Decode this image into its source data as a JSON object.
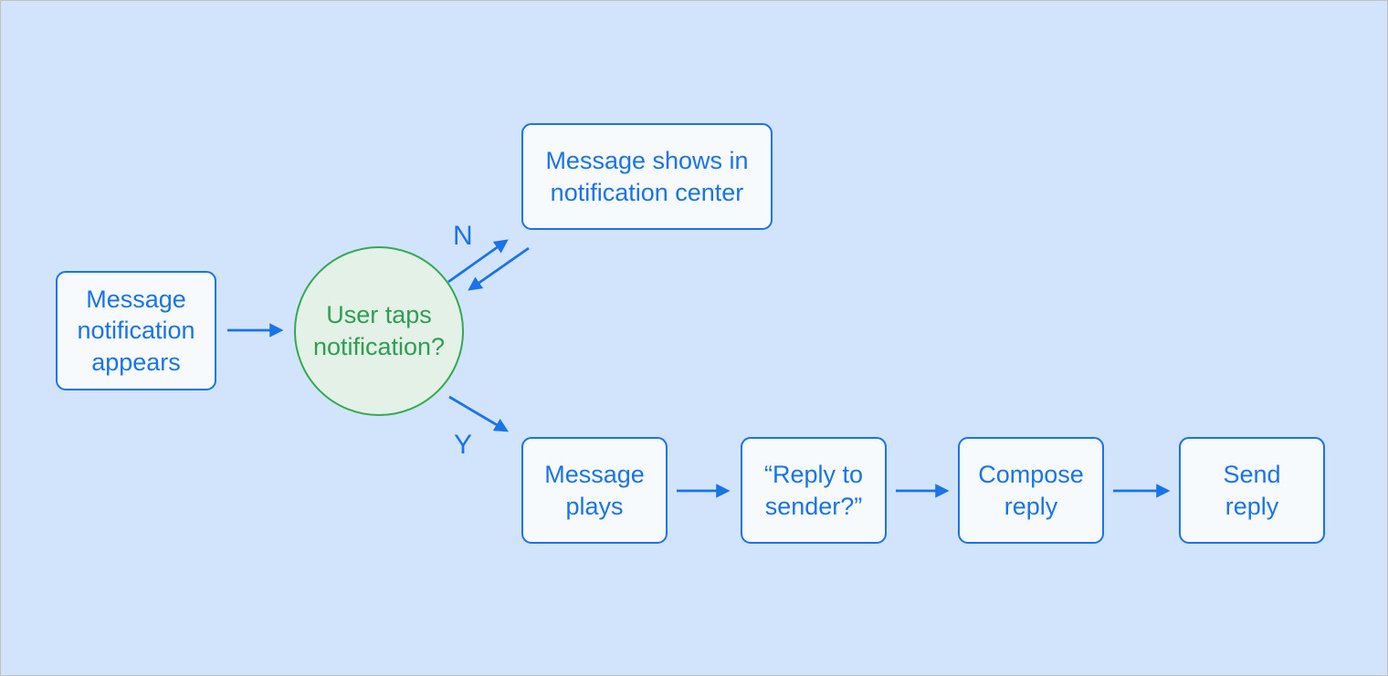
{
  "canvas": {
    "background": "#d2e3fc",
    "border_color": "#c2c2c2"
  },
  "palette": {
    "accent_blue": "#1a73e8",
    "process_fill": "#f7fafc",
    "decision_green": "#34a853",
    "decision_text_green": "#2f9e53",
    "decision_fill": "#e4f1e6"
  },
  "diagram": {
    "nodes": {
      "start": {
        "type": "process",
        "label": "Message\nnotification\nappears"
      },
      "decision": {
        "type": "decision",
        "label": "User taps\nnotification?"
      },
      "notification_center": {
        "type": "process",
        "label": "Message shows in\nnotification center"
      },
      "message_plays": {
        "type": "process",
        "label": "Message\nplays"
      },
      "reply_to_sender": {
        "type": "process",
        "label": "“Reply to\nsender?”"
      },
      "compose_reply": {
        "type": "process",
        "label": "Compose\nreply"
      },
      "send_reply": {
        "type": "process",
        "label": "Send\nreply"
      }
    },
    "edge_labels": {
      "no": "N",
      "yes": "Y"
    }
  }
}
